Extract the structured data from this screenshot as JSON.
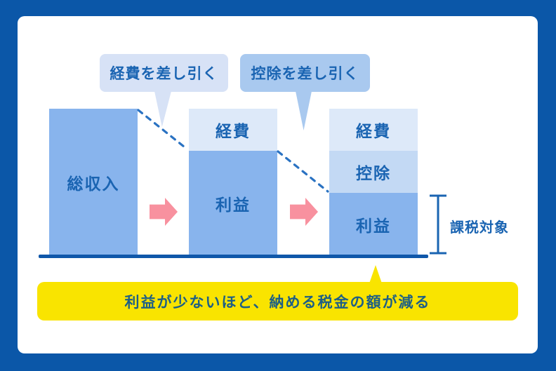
{
  "colors": {
    "frame": "#0b57a8",
    "panel": "#ffffff",
    "bar_blue": "#88b4ed",
    "expense_blue": "#dde9f9",
    "deduction_blue": "#c3d9f4",
    "callout1_bg": "#d7e2f6",
    "callout2_bg": "#a9c9ef",
    "arrow_pink": "#f8919f",
    "banner_yellow": "#f9e400",
    "text_blue": "#1a64b2",
    "banner_text": "#1d5f86",
    "baseline_blue": "#0f57a9",
    "dash_blue": "#2a72c2"
  },
  "callouts": [
    {
      "label": "経費を差し引く"
    },
    {
      "label": "控除を差し引く"
    }
  ],
  "bars": [
    {
      "name": "gross-income",
      "segments": [
        {
          "label": "総収入"
        }
      ]
    },
    {
      "name": "after-expenses",
      "segments": [
        {
          "label": "経費"
        },
        {
          "label": "利益"
        }
      ]
    },
    {
      "name": "after-deductions",
      "segments": [
        {
          "label": "経費"
        },
        {
          "label": "控除"
        },
        {
          "label": "利益"
        }
      ]
    }
  ],
  "bracket": {
    "label": "課税対象"
  },
  "banner": {
    "text": "利益が少ないほど、納める税金の額が減る"
  }
}
